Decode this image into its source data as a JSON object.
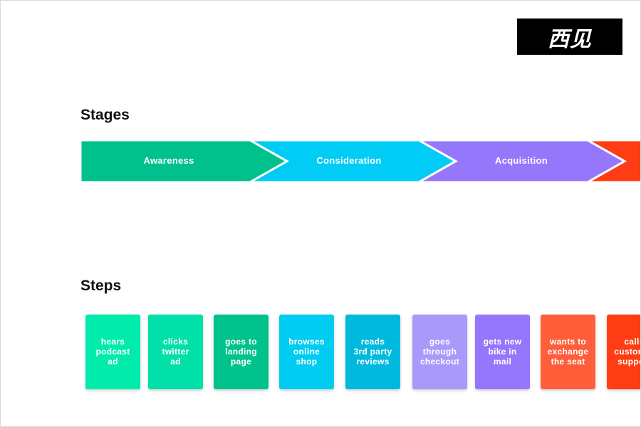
{
  "logo": {
    "text": "西见"
  },
  "stages": {
    "title": "Stages",
    "items": [
      {
        "label": "Awareness",
        "color": "#00c08b"
      },
      {
        "label": "Consideration",
        "color": "#00ccf5"
      },
      {
        "label": "Acquisition",
        "color": "#9577fb"
      },
      {
        "label": "",
        "color": "#ff3d14"
      }
    ]
  },
  "steps": {
    "title": "Steps",
    "items": [
      {
        "label": "hears\npodcast\nad",
        "color": "#00ebac"
      },
      {
        "label": "clicks\ntwitter\nad",
        "color": "#00e0a8"
      },
      {
        "label": "goes to\nlanding\npage",
        "color": "#00c38b"
      },
      {
        "label": "browses\nonline\nshop",
        "color": "#00ccf2"
      },
      {
        "label": "reads\n3rd party\nreviews",
        "color": "#00b9de"
      },
      {
        "label": "goes\nthrough\ncheckout",
        "color": "#a999fb"
      },
      {
        "label": "gets new\nbike in\nmail",
        "color": "#9577fb"
      },
      {
        "label": "wants to\nexchange\nthe seat",
        "color": "#ff5e3a"
      },
      {
        "label": "calls\ncustomer\nsupport",
        "color": "#ff3d14"
      }
    ]
  }
}
